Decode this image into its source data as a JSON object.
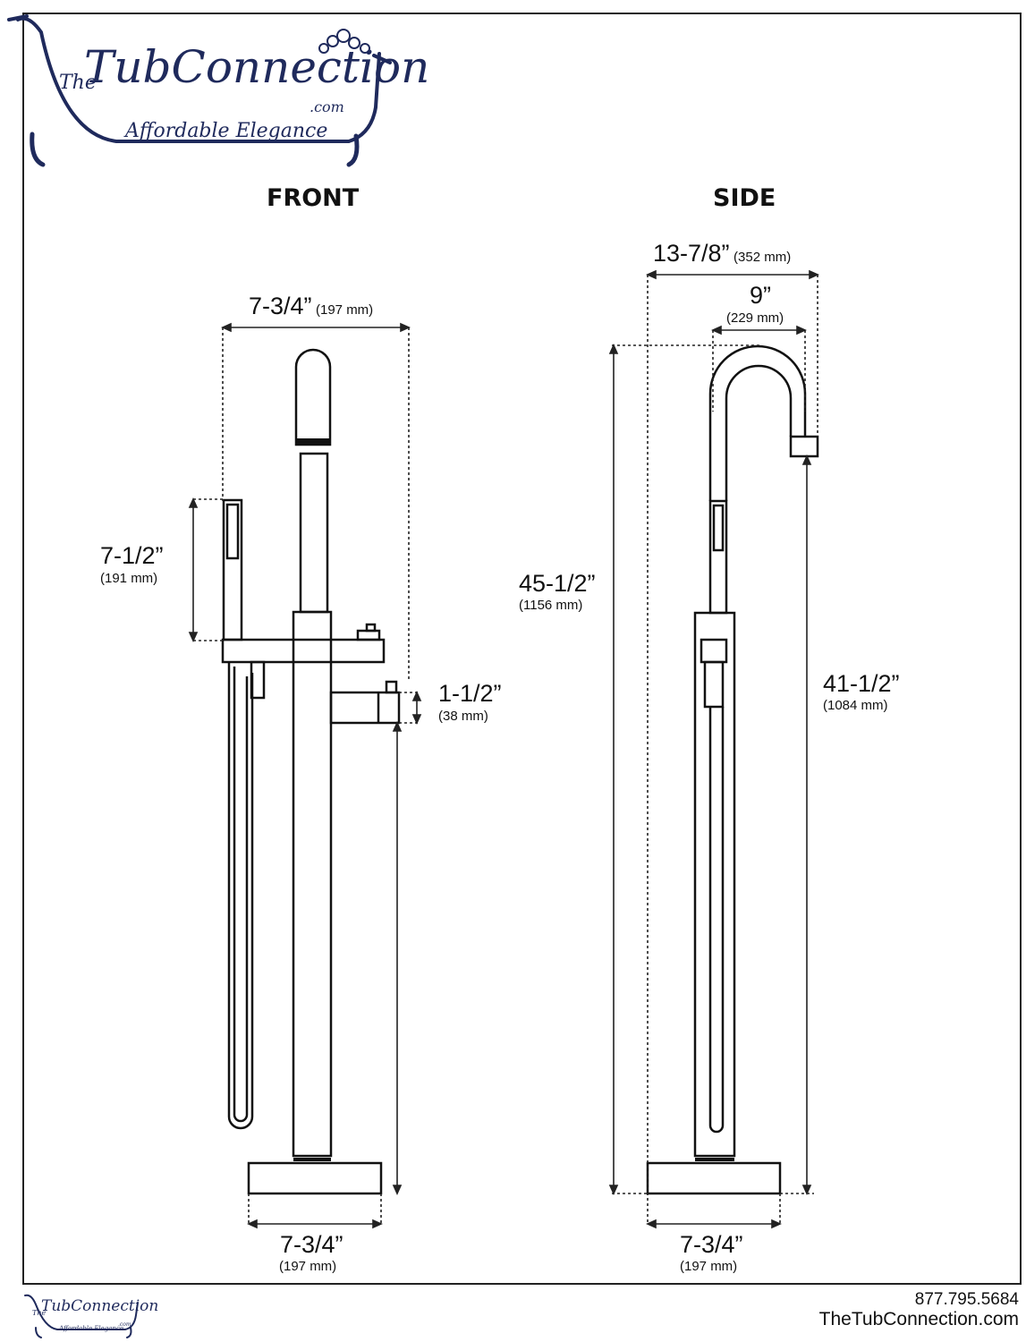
{
  "brand": {
    "prefix": "The",
    "name": "TubConnection",
    "domain_suffix": ".com",
    "tagline": "Affordable Elegance",
    "color": "#1f2a5c"
  },
  "views": {
    "front": "FRONT",
    "side": "SIDE"
  },
  "dimensions": {
    "front_top_width": {
      "inch": "7-3/4”",
      "mm": "(197 mm)"
    },
    "front_handshower_height": {
      "inch": "7-1/2”",
      "mm": "(191 mm)"
    },
    "front_spout_height": {
      "inch": "1-1/2”",
      "mm": "(38 mm)"
    },
    "front_base_width": {
      "inch": "7-3/4”",
      "mm": "(197 mm)"
    },
    "side_total_depth": {
      "inch": "13-7/8”",
      "mm": "(352 mm)"
    },
    "side_spout_reach": {
      "inch": "9”",
      "mm": "(229 mm)"
    },
    "side_total_height": {
      "inch": "45-1/2”",
      "mm": "(1156 mm)"
    },
    "side_spout_height": {
      "inch": "41-1/2”",
      "mm": "(1084 mm)"
    },
    "side_base_width": {
      "inch": "7-3/4”",
      "mm": "(197 mm)"
    }
  },
  "contact": {
    "phone": "877.795.5684",
    "website": "TheTubConnection.com"
  }
}
